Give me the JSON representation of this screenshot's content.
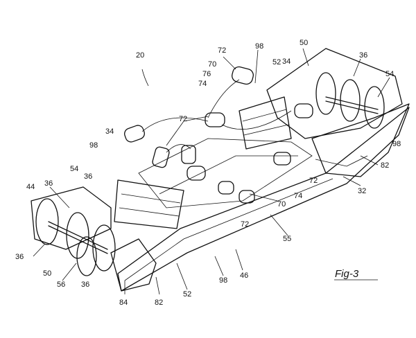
{
  "figure": {
    "caption": "Fig-3",
    "reference_labels": [
      "20",
      "72",
      "98",
      "52",
      "34",
      "50",
      "36",
      "54",
      "70",
      "76",
      "74",
      "72",
      "34",
      "98",
      "36",
      "44",
      "54",
      "36",
      "36",
      "50",
      "56",
      "36",
      "84",
      "82",
      "98",
      "52",
      "46",
      "55",
      "72",
      "70",
      "74",
      "72",
      "32",
      "82",
      "98"
    ]
  }
}
